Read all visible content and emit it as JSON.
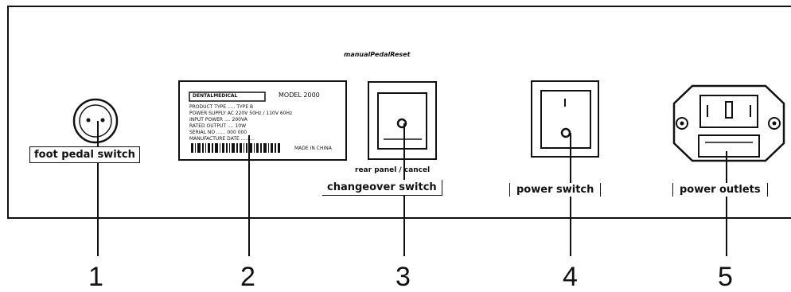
{
  "top_note": "manualPedalReset",
  "components": [
    {
      "number": "1",
      "label": "foot pedal switch"
    },
    {
      "number": "2",
      "label": ""
    },
    {
      "number": "3",
      "label": "changeover switch",
      "sublabel": "rear panel / cancel"
    },
    {
      "number": "4",
      "label": "power switch"
    },
    {
      "number": "5",
      "label": "power outlets"
    }
  ],
  "nameplate": {
    "brand": "DENTALMEDICAL",
    "model": "MODEL 2000",
    "lines": [
      "PRODUCT TYPE ..... TYPE B",
      "POWER SUPPLY AC 220V 50Hz / 110V 60Hz",
      "INPUT POWER .... 200VA",
      "RATED OUTPUT .... 10W",
      "SERIAL NO ...... 000 000",
      "MANUFACTURE DATE ........."
    ],
    "footer": "MADE IN CHINA"
  }
}
